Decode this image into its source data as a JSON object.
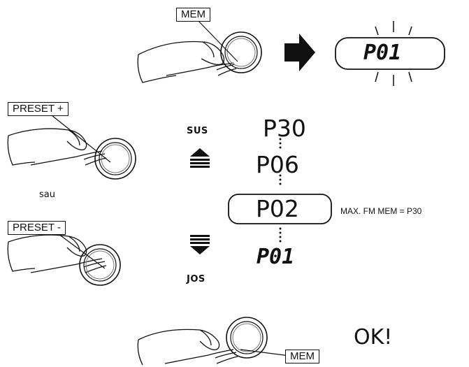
{
  "step1": {
    "button_label": "MEM",
    "display_text": "P01"
  },
  "step2": {
    "preset_up_label": "PRESET +",
    "or_text": "sau",
    "preset_down_label": "PRESET -",
    "up_text": "SUS",
    "down_text": "JOS",
    "sequence": [
      "P30",
      "P06",
      "P02",
      "P01"
    ],
    "max_note": "MAX. FM MEM = P30"
  },
  "step3": {
    "button_label": "MEM",
    "confirm_text": "OK!"
  },
  "icons": [
    "hand-pressing-icon",
    "knob-icon",
    "arrow-right-icon",
    "arrow-up-icon",
    "arrow-down-icon"
  ]
}
